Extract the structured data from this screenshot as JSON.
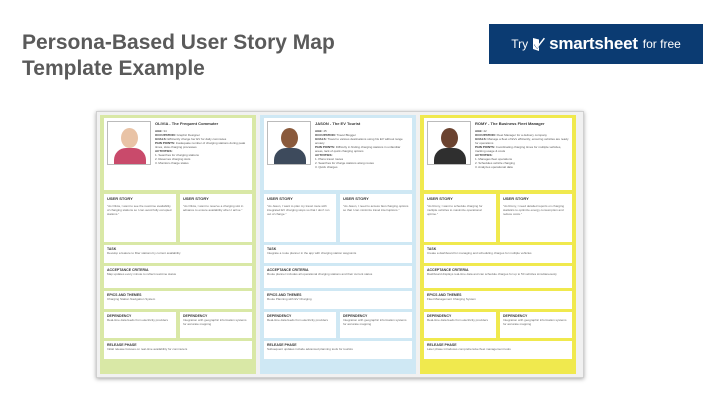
{
  "page": {
    "title": "Persona-Based User Story Map Template Example"
  },
  "promo": {
    "try": "Try",
    "brand": "smartsheet",
    "free": "for free"
  },
  "columns": [
    {
      "persona": {
        "name": "OLIVIA - The Frequent Commuter",
        "lines": [
          {
            "k": "AGE:",
            "v": " 34"
          },
          {
            "k": "OCCUPATION:",
            "v": " Graphic Designer"
          },
          {
            "k": "GOALS:",
            "v": " Efficiently charge her EV for daily commutes"
          },
          {
            "k": "PAIN POINTS:",
            "v": " Inadequate number of charging stations during peak times, slow charging processes"
          },
          {
            "k": "ACTIVITIES:",
            "v": ""
          },
          {
            "k": "",
            "v": "1. Searches for charging stations"
          },
          {
            "k": "",
            "v": "2. Reserves charging slots"
          },
          {
            "k": "",
            "v": "3. Monitors charge status"
          }
        ],
        "skin": "#e9c3a6",
        "clothes": "#c94a6b"
      },
      "stories": [
        {
          "label": "USER STORY",
          "text": "\"As Olivia, I want to see the real-time availability of charging stations so I can avoid fully occupied stations.\""
        },
        {
          "label": "USER STORY",
          "text": "\"As Olivia, I want to reserve a charging slot in advance to ensure availability when I arrive.\""
        }
      ],
      "task": {
        "label": "TASK",
        "text": "Develop a feature to filter stations by current availability"
      },
      "acceptance": {
        "label": "ACCEPTANCE CRITERIA",
        "text": "Map updates every minute to reflect real-time status"
      },
      "epic": {
        "label": "EPICS AND THEMES",
        "text": "Charging Station Navigation System"
      },
      "deps": [
        {
          "label": "DEPENDENCY",
          "text": "Real-time data feeds from electricity providers"
        },
        {
          "label": "DEPENDENCY",
          "text": "Integration with geographic information systems for accurate mapping"
        }
      ],
      "release": {
        "label": "RELEASE PHASE",
        "text": "Initial release focuses on real-time availability for commuters"
      }
    },
    {
      "persona": {
        "name": "JASON - The EV Tourist",
        "lines": [
          {
            "k": "AGE:",
            "v": " 45"
          },
          {
            "k": "OCCUPATION:",
            "v": " Travel Blogger"
          },
          {
            "k": "GOALS:",
            "v": " Travel to various destinations using his EV without range anxiety"
          },
          {
            "k": "PAIN POINTS:",
            "v": " Difficulty in finding charging stations in unfamiliar areas, lack of quick charging options"
          },
          {
            "k": "ACTIVITIES:",
            "v": ""
          },
          {
            "k": "",
            "v": "1. Plans travel routes"
          },
          {
            "k": "",
            "v": "2. Searches for charge stations along routes"
          },
          {
            "k": "",
            "v": "3. Quick charges"
          }
        ],
        "skin": "#8a5a3c",
        "clothes": "#3d4a5c"
      },
      "stories": [
        {
          "label": "USER STORY",
          "text": "\"As Jason, I want to plan my travel route with integrated EV charging stops so that I don't run out of charge.\""
        },
        {
          "label": "USER STORY",
          "text": "\"As Jason, I need to access fast charging options so that I can minimize travel interruptions.\""
        }
      ],
      "task": {
        "label": "TASK",
        "text": "Integrate a route planner in the app with charging station waypoints"
      },
      "acceptance": {
        "label": "ACCEPTANCE CRITERIA",
        "text": "Route planner includes all operational charging stations and their current status"
      },
      "epic": {
        "label": "EPICS AND THEMES",
        "text": "Route Planning with EV Charging"
      },
      "deps": [
        {
          "label": "DEPENDENCY",
          "text": "Real-time data feeds from electricity providers"
        },
        {
          "label": "DEPENDENCY",
          "text": "Integration with geographic information systems for accurate mapping"
        }
      ],
      "release": {
        "label": "RELEASE PHASE",
        "text": "Subsequent updates include advanced planning tools for tourists"
      }
    },
    {
      "persona": {
        "name": "ROMY - The Business Fleet Manager",
        "lines": [
          {
            "k": "AGE:",
            "v": " 42"
          },
          {
            "k": "OCCUPATION:",
            "v": " Fleet Manager for a delivery company"
          },
          {
            "k": "GOALS:",
            "v": " Manage a fleet of EVs efficiently, ensuring vehicles are ready for operations"
          },
          {
            "k": "PAIN POINTS:",
            "v": " Coordinating charging times for multiple vehicles, tracking usage & costs"
          },
          {
            "k": "ACTIVITIES:",
            "v": ""
          },
          {
            "k": "",
            "v": "1. Manages fleet operations"
          },
          {
            "k": "",
            "v": "2. Schedules vehicle charging"
          },
          {
            "k": "",
            "v": "3. Analyzes operational data"
          }
        ],
        "skin": "#6b4330",
        "clothes": "#2f2f2f"
      },
      "stories": [
        {
          "label": "USER STORY",
          "text": "\"As Romy, I want to schedule charging for multiple vehicles to maximize operational uptime.\""
        },
        {
          "label": "USER STORY",
          "text": "\"As Romy, I need detailed reports on charging statistics to optimize energy consumption and reduce costs.\""
        }
      ],
      "task": {
        "label": "TASK",
        "text": "Create a dashboard for managing and scheduling charges for multiple vehicles"
      },
      "acceptance": {
        "label": "ACCEPTANCE CRITERIA",
        "text": "Dashboard displays real-time data and can schedule charges for up to 50 vehicles simultaneously"
      },
      "epic": {
        "label": "EPICS AND THEMES",
        "text": "Fleet Management Charging System"
      },
      "deps": [
        {
          "label": "DEPENDENCY",
          "text": "Real-time data feeds from electricity providers"
        },
        {
          "label": "DEPENDENCY",
          "text": "Integration with geographic information systems for accurate mapping"
        }
      ],
      "release": {
        "label": "RELEASE PHASE",
        "text": "Later phase introduces comprehensive fleet management tools"
      }
    }
  ]
}
